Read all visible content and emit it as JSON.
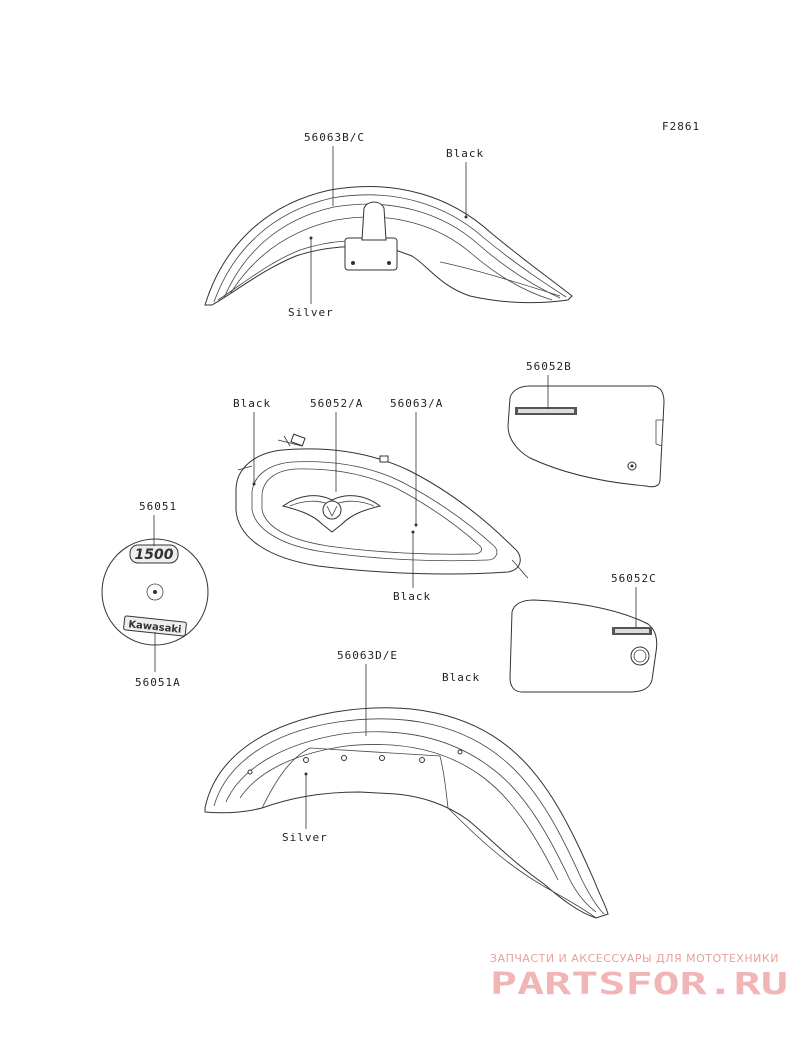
{
  "figure_code": "F2861",
  "labels": {
    "rear_fender_part": "56063B/C",
    "rear_fender_outer": "Black",
    "rear_fender_inner": "Silver",
    "tank_left": "Black",
    "tank_emblem": "56052/A",
    "tank_stripe": "56063/A",
    "tank_bottom": "Black",
    "cover_top_part": "56052B",
    "cover_bottom_part": "56052C",
    "cover_bottom_color": "Black",
    "aircleaner_top": "56051",
    "aircleaner_bottom": "56051A",
    "front_fender_part": "56063D/E",
    "front_fender_inner": "Silver"
  },
  "decal_text": {
    "aircleaner_badge_top": "1500",
    "aircleaner_badge_bottom": "Kawasaki"
  },
  "watermark": {
    "tagline": "ЗАПЧАСТИ И АКСЕССУАРЫ ДЛЯ МОТОТЕХНИКИ",
    "logo": "PARTSFOR.RU"
  }
}
